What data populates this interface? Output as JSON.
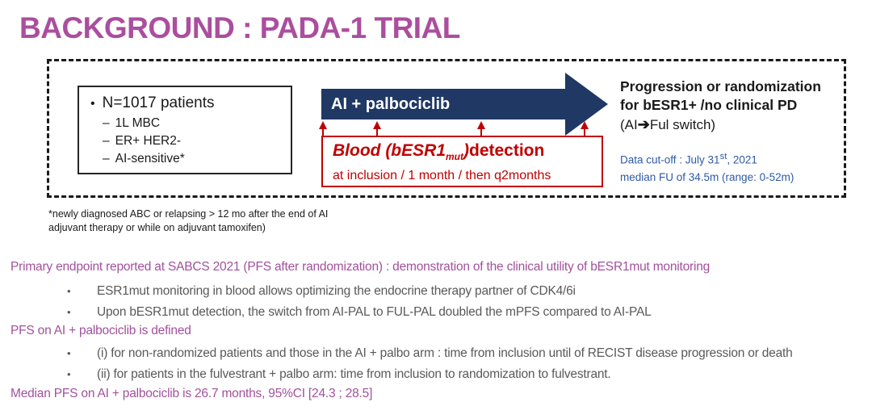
{
  "title": "BACKGROUND : PADA-1 TRIAL",
  "markers": {
    "bullet": "•",
    "dash": "–"
  },
  "diagram": {
    "patient_box": {
      "headline": "N=1017 patients",
      "items": [
        "1L MBC",
        "ER+ HER2-",
        "AI-sensitive*"
      ]
    },
    "arrow_label": "AI + palbociclib",
    "blood_box": {
      "name_italic": "Blood (bESR1",
      "name_sub": "mut",
      "name_close": ")",
      "name_rest": "detection",
      "schedule": "at inclusion / 1 month / then q2months"
    },
    "outcome": {
      "line1": "Progression or randomization",
      "line2": "for bESR1+ /no clinical PD",
      "switch_prefix": "(AI",
      "switch_arrow": "➔",
      "switch_suffix": "Ful switch)"
    },
    "cutoff": {
      "date_prefix": "Data cut-off : July 31",
      "date_sup": "st",
      "date_suffix": ", 2021",
      "followup": "median FU of 34.5m (range: 0-52m)"
    }
  },
  "footnote": {
    "line1": "*newly diagnosed ABC or relapsing > 12 mo after the end of AI",
    "line2": "adjuvant therapy or while on adjuvant tamoxifen)"
  },
  "body": {
    "lines": [
      {
        "type": "heading",
        "text": "Primary endpoint reported at SABCS 2021 (PFS after randomization) : demonstration of the clinical utility of bESR1mut monitoring"
      },
      {
        "type": "bullet",
        "text": "ESR1mut monitoring in blood allows optimizing the endocrine therapy partner of CDK4/6i"
      },
      {
        "type": "bullet",
        "text": "Upon bESR1mut detection,  the switch from AI-PAL to FUL-PAL doubled the mPFS compared to AI-PAL"
      },
      {
        "type": "heading",
        "text": "PFS on AI + palbociclib is defined"
      },
      {
        "type": "bullet",
        "text": "(i) for non-randomized patients and those in the AI + palbo arm : time from inclusion until of RECIST disease progression or death"
      },
      {
        "type": "bullet",
        "text": "(ii) for patients in the fulvestrant + palbo arm: time from inclusion to randomization to fulvestrant."
      },
      {
        "type": "heading",
        "text": "Median PFS on AI + palbociclib is 26.7 months, 95%CI [24.3 ; 28.5]"
      }
    ]
  },
  "colors": {
    "title-magenta": "#AB4E9E",
    "body-magenta": "#A2509D",
    "navy": "#1F3864",
    "red": "#C00000",
    "blue": "#2E5AA5",
    "gray": "#595959"
  }
}
